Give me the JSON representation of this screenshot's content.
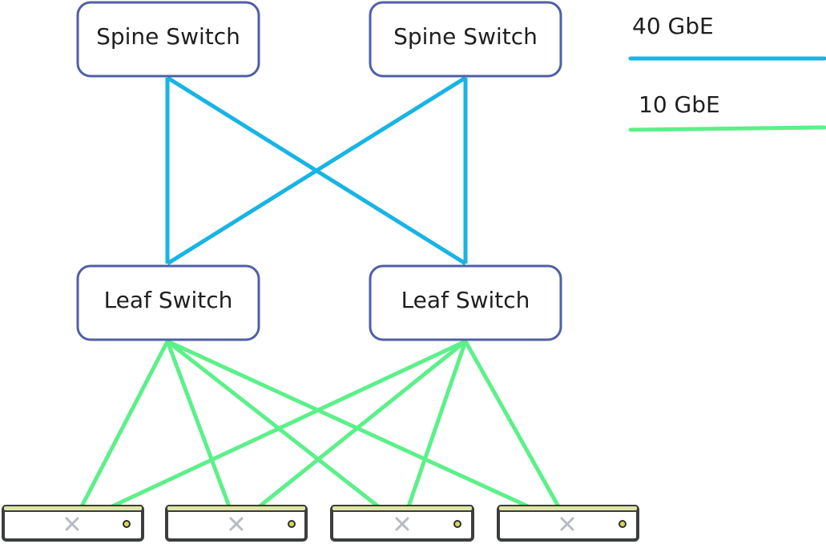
{
  "legend": {
    "items": [
      {
        "label": "40 GbE",
        "color": "#18b4e6"
      },
      {
        "label": "10 GbE",
        "color": "#5cf08a"
      }
    ]
  },
  "spine_switches": [
    {
      "label": "Spine Switch"
    },
    {
      "label": "Spine Switch"
    }
  ],
  "leaf_switches": [
    {
      "label": "Leaf Switch"
    },
    {
      "label": "Leaf Switch"
    }
  ],
  "servers": [
    {
      "icon": "server-icon"
    },
    {
      "icon": "server-icon"
    },
    {
      "icon": "server-icon"
    },
    {
      "icon": "server-icon"
    }
  ],
  "colors": {
    "switch_border": "#4f5fa7",
    "link_40gbe": "#18b4e6",
    "link_10gbe": "#5cf08a",
    "server_outline": "#3b3d3f",
    "server_top": "#dfe5a2"
  }
}
